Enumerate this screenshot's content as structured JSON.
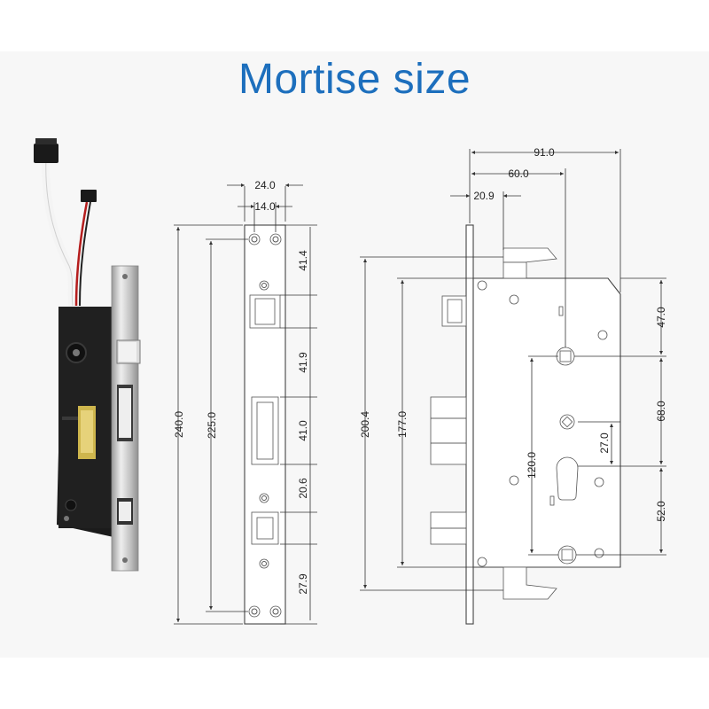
{
  "title": "Mortise size",
  "faceplate_dims": {
    "width_outer": "24.0",
    "width_inner": "14.0",
    "total_height": "240.0",
    "hole_spacing": "225.0",
    "seg_top": "41.4",
    "seg_mid1": "41.9",
    "seg_mid2": "41.0",
    "seg_lower": "20.6",
    "seg_bottom": "27.9"
  },
  "body_dims": {
    "total_width": "91.0",
    "backset": "60.0",
    "latch_offset": "20.9",
    "body_height": "200.4",
    "inner_height": "177.0",
    "top_to_spindle": "47.0",
    "spindle_to_cyl": "68.0",
    "cyl_to_bottom": "52.0",
    "spindle_span": "120.0",
    "cyl_center": "27.0"
  },
  "colors": {
    "title": "#1d6fbd",
    "steel": "#c9c9c9",
    "case": "#1b1b1b"
  }
}
